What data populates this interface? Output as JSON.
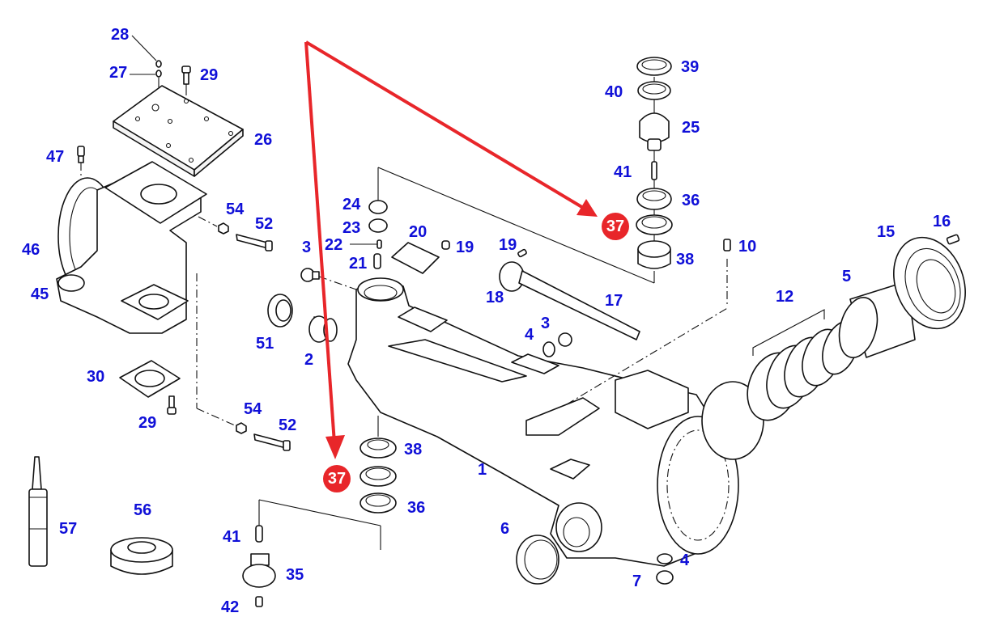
{
  "diagram": {
    "type": "exploded-parts-diagram",
    "subject": "front axle housing assembly",
    "label_color": "#1010d8",
    "line_color": "#111111",
    "highlight": {
      "part_number": "37",
      "color": "#e8262a",
      "text_color": "#ffffff",
      "marker_count": 2
    },
    "callouts": [
      {
        "id": "c28",
        "text": "28"
      },
      {
        "id": "c27",
        "text": "27"
      },
      {
        "id": "c29a",
        "text": "29"
      },
      {
        "id": "c26",
        "text": "26"
      },
      {
        "id": "c47",
        "text": "47"
      },
      {
        "id": "c54a",
        "text": "54"
      },
      {
        "id": "c52a",
        "text": "52"
      },
      {
        "id": "c46",
        "text": "46"
      },
      {
        "id": "c45",
        "text": "45"
      },
      {
        "id": "c3a",
        "text": "3"
      },
      {
        "id": "c51",
        "text": "51"
      },
      {
        "id": "c2",
        "text": "2"
      },
      {
        "id": "c30",
        "text": "30"
      },
      {
        "id": "c29b",
        "text": "29"
      },
      {
        "id": "c54b",
        "text": "54"
      },
      {
        "id": "c52b",
        "text": "52"
      },
      {
        "id": "c57",
        "text": "57"
      },
      {
        "id": "c56",
        "text": "56"
      },
      {
        "id": "c41a",
        "text": "41"
      },
      {
        "id": "c35",
        "text": "35"
      },
      {
        "id": "c42",
        "text": "42"
      },
      {
        "id": "c38a",
        "text": "38"
      },
      {
        "id": "c36a",
        "text": "36"
      },
      {
        "id": "c1",
        "text": "1"
      },
      {
        "id": "c6",
        "text": "6"
      },
      {
        "id": "c4a",
        "text": "4"
      },
      {
        "id": "c7",
        "text": "7"
      },
      {
        "id": "c24",
        "text": "24"
      },
      {
        "id": "c23",
        "text": "23"
      },
      {
        "id": "c22",
        "text": "22"
      },
      {
        "id": "c21",
        "text": "21"
      },
      {
        "id": "c20",
        "text": "20"
      },
      {
        "id": "c19a",
        "text": "19"
      },
      {
        "id": "c19b",
        "text": "19"
      },
      {
        "id": "c18",
        "text": "18"
      },
      {
        "id": "c17",
        "text": "17"
      },
      {
        "id": "c4b",
        "text": "4"
      },
      {
        "id": "c3b",
        "text": "3"
      },
      {
        "id": "c39",
        "text": "39"
      },
      {
        "id": "c40",
        "text": "40"
      },
      {
        "id": "c25",
        "text": "25"
      },
      {
        "id": "c41b",
        "text": "41"
      },
      {
        "id": "c36b",
        "text": "36"
      },
      {
        "id": "c38b",
        "text": "38"
      },
      {
        "id": "c10",
        "text": "10"
      },
      {
        "id": "c12",
        "text": "12"
      },
      {
        "id": "c5",
        "text": "5"
      },
      {
        "id": "c15",
        "text": "15"
      },
      {
        "id": "c16",
        "text": "16"
      }
    ]
  }
}
